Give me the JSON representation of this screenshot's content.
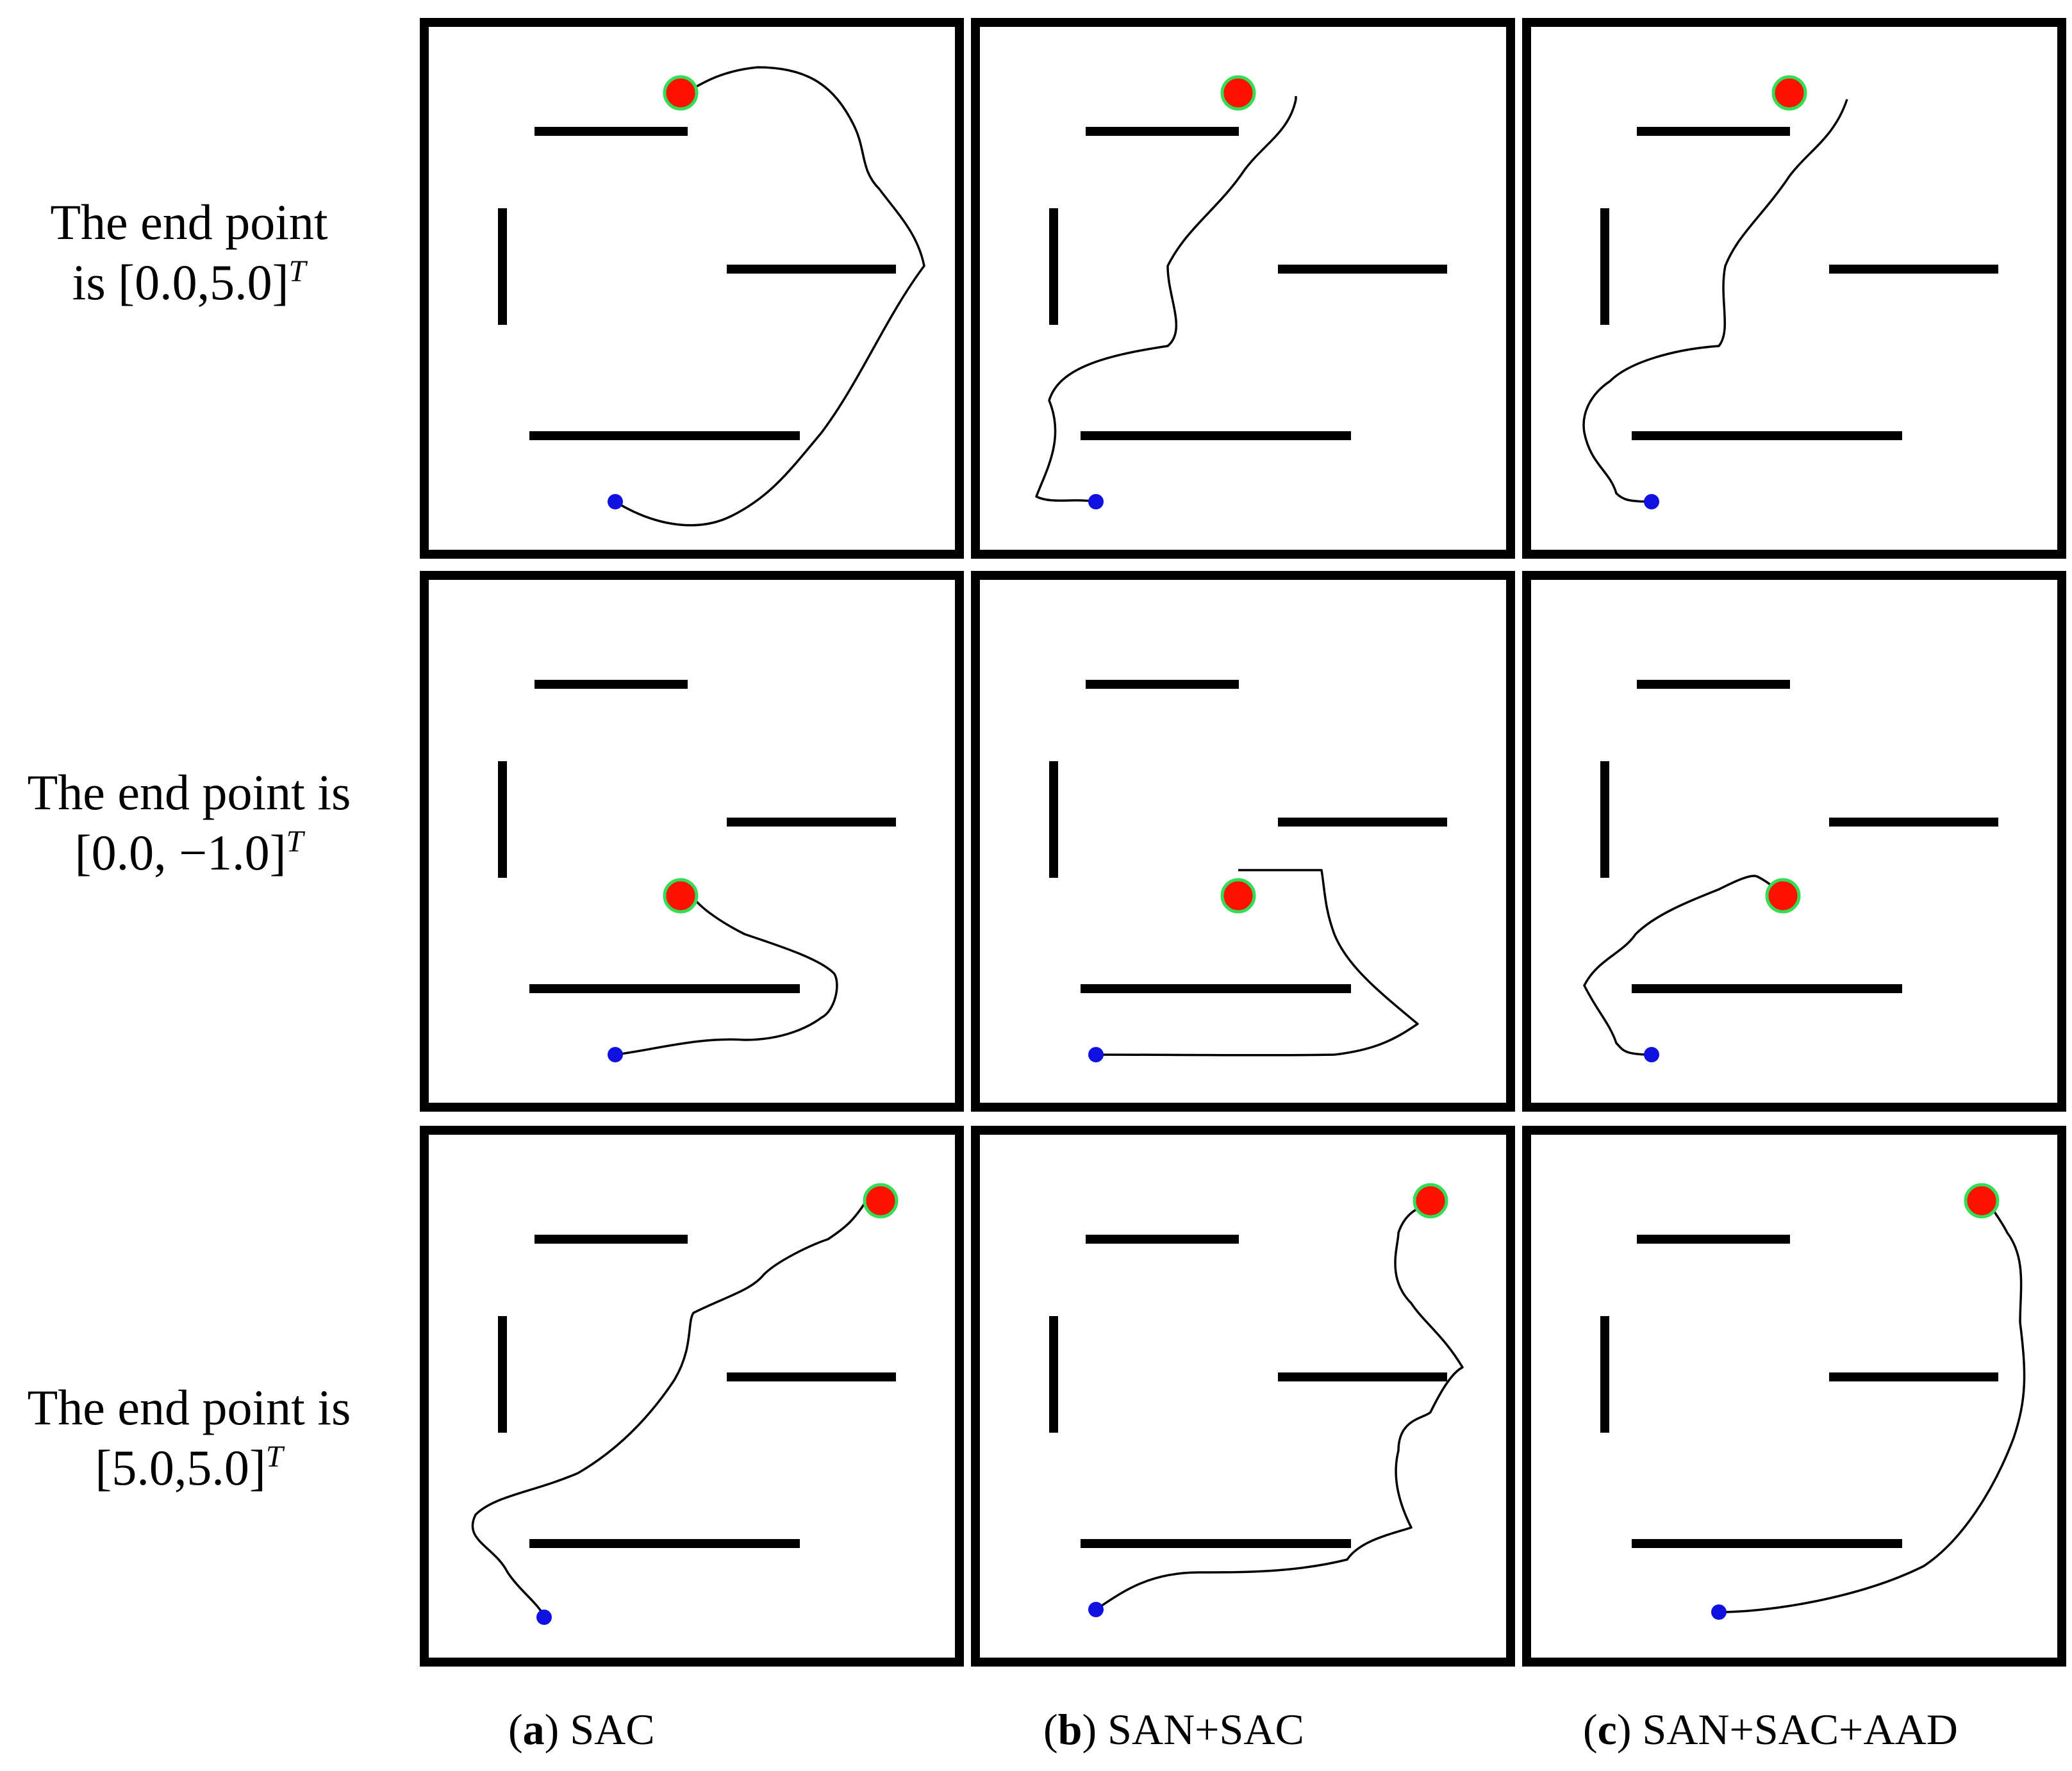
{
  "rows": [
    {
      "label_line1": "The end point",
      "label_line2": "is  [0.0,5.0]",
      "superscript": "T"
    },
    {
      "label_line1": "The end point is",
      "label_line2": "[0.0, −1.0]",
      "superscript": "T"
    },
    {
      "label_line1": "The end point is",
      "label_line2": "[5.0,5.0]",
      "superscript": "T"
    }
  ],
  "columns": [
    {
      "letter": "a",
      "name": "SAC"
    },
    {
      "letter": "b",
      "name": "SAN+SAC"
    },
    {
      "letter": "c",
      "name": "SAN+SAC+AAD"
    }
  ],
  "colors": {
    "frame": "#000000",
    "wall": "#000000",
    "path": "#000000",
    "start_point": "#1010e0",
    "end_point": "#ff1000",
    "end_point_ring": "#33dd55"
  }
}
